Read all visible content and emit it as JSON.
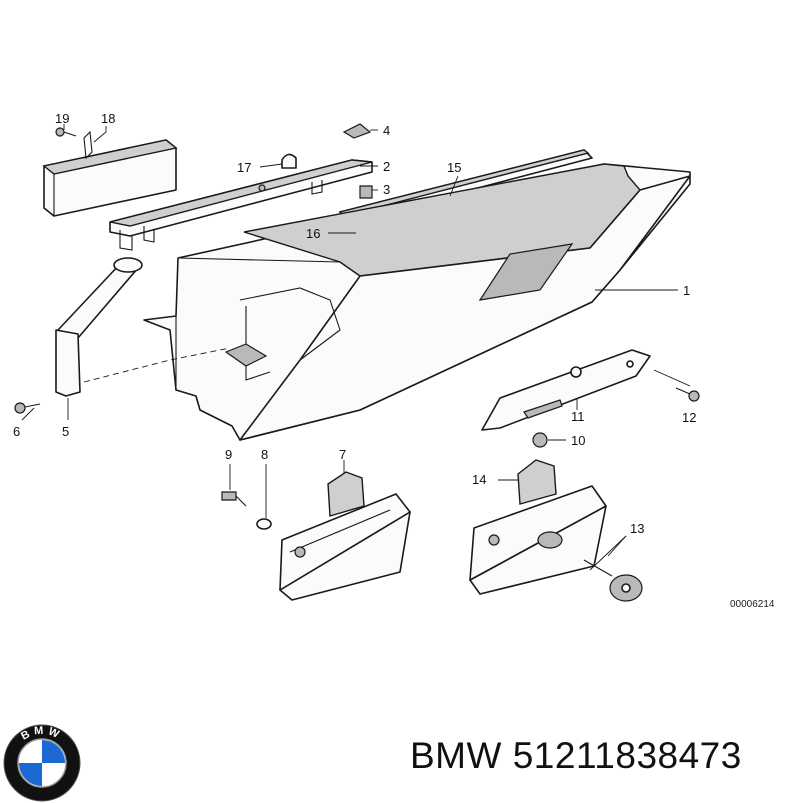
{
  "diagram": {
    "callouts": [
      {
        "id": "c1",
        "text": "1"
      },
      {
        "id": "c2",
        "text": "2"
      },
      {
        "id": "c3",
        "text": "3"
      },
      {
        "id": "c4",
        "text": "4"
      },
      {
        "id": "c5",
        "text": "5"
      },
      {
        "id": "c6",
        "text": "6"
      },
      {
        "id": "c7",
        "text": "7"
      },
      {
        "id": "c8",
        "text": "8"
      },
      {
        "id": "c9",
        "text": "9"
      },
      {
        "id": "c10",
        "text": "10"
      },
      {
        "id": "c11",
        "text": "11"
      },
      {
        "id": "c12",
        "text": "12"
      },
      {
        "id": "c13",
        "text": "13"
      },
      {
        "id": "c14",
        "text": "14"
      },
      {
        "id": "c15",
        "text": "15"
      },
      {
        "id": "c16",
        "text": "16"
      },
      {
        "id": "c17",
        "text": "17"
      },
      {
        "id": "c18",
        "text": "18"
      },
      {
        "id": "c19",
        "text": "19"
      }
    ],
    "drawing_code": "00006214"
  },
  "logo": {
    "letters": "BMW",
    "colors": {
      "blue": "#1c69d4",
      "white": "#ffffff",
      "ring": "#111111"
    }
  },
  "caption": {
    "brand": "BMW",
    "part_number": "51211838473"
  }
}
